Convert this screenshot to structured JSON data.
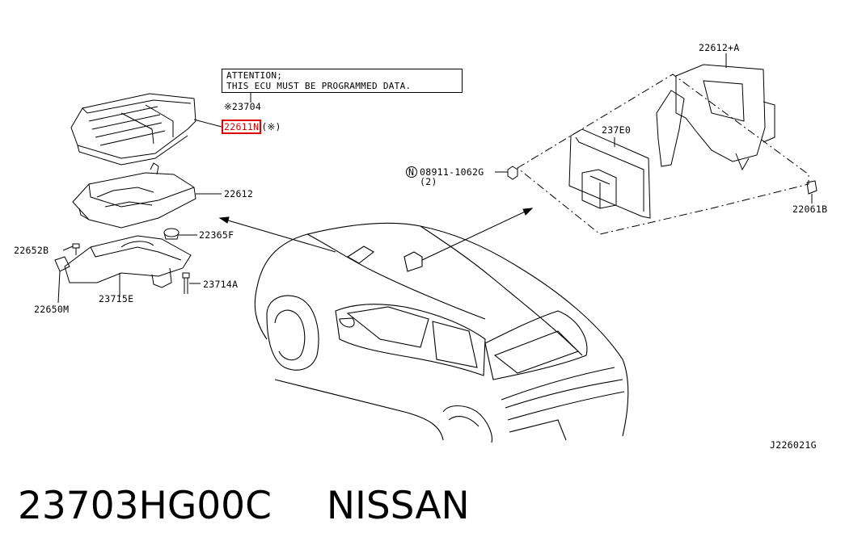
{
  "attention": {
    "line1": "ATTENTION;",
    "line2": "THIS ECU MUST BE PROGRAMMED DATA."
  },
  "labels": {
    "p23704": "※23704",
    "p22611n": "22611N",
    "p22611n_suffix": "(※)",
    "p22612": "22612",
    "p22365f": "22365F",
    "p22652b": "22652B",
    "p23714a": "23714A",
    "p22650m": "22650M",
    "p23715e": "23715E",
    "p22612a": "22612+A",
    "p237e0": "237E0",
    "p08911": "08911-1062G",
    "p08911_circle": "N",
    "p08911_qty": "(2)",
    "p22061b": "22061B",
    "diagram_code": "J226021G"
  },
  "footer": {
    "part_number": "23703HG00C",
    "brand": "NISSAN"
  },
  "colors": {
    "highlight": "#e00000",
    "line": "#000000"
  }
}
